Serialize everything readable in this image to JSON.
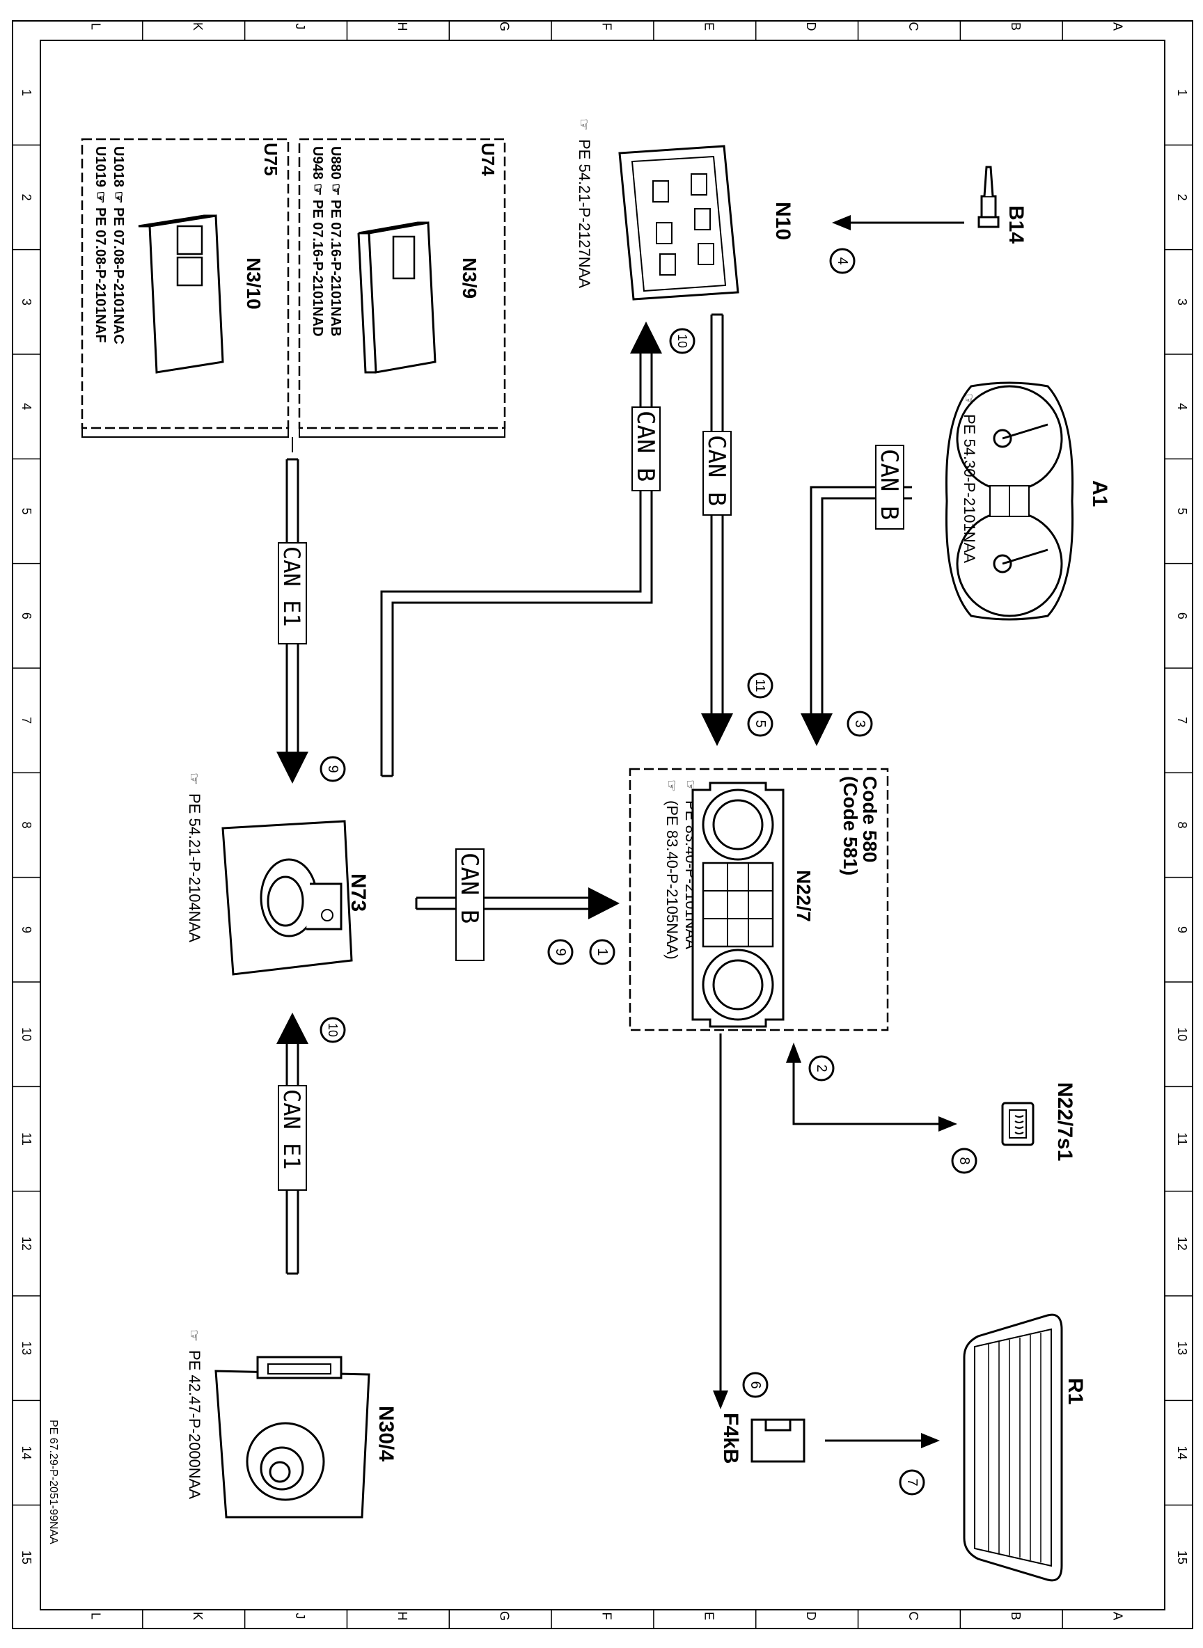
{
  "grid": {
    "columns": [
      "L",
      "K",
      "J",
      "H",
      "G",
      "F",
      "E",
      "D",
      "C",
      "B",
      "A"
    ],
    "rows": [
      "1",
      "2",
      "3",
      "4",
      "5",
      "6",
      "7",
      "8",
      "9",
      "10",
      "11",
      "12",
      "13",
      "14",
      "15"
    ]
  },
  "document_ref": "PE 67.29-P-2051-99NAA",
  "components": {
    "b14": {
      "label": "B14"
    },
    "n10": {
      "label": "N10",
      "ref": "PE 54.21-P-2127NAA"
    },
    "a1": {
      "label": "A1",
      "ref": "PE 54.30-P-2101NAA"
    },
    "u74": {
      "label": "U74",
      "module": "N3/9",
      "refs": [
        "U880 PE 07.16-P-2101NAB",
        "U948 PE 07.16-P-2101NAD"
      ]
    },
    "u75": {
      "label": "U75",
      "module": "N3/10",
      "refs": [
        "U1018 PE 07.08-P-2101NAC",
        "U1019 PE 07.08-P-2101NAF"
      ]
    },
    "n22_7": {
      "label": "N22/7",
      "code1": "Code 580",
      "code2": "(Code 581)",
      "refs": [
        "PE 83.40-P-2101NAA",
        "(PE 83.40-P-2105NAA)"
      ]
    },
    "n73": {
      "label": "N73",
      "ref": "PE 54.21-P-2104NAA"
    },
    "n30_4": {
      "label": "N30/4",
      "ref": "PE 42.47-P-2000NAA"
    },
    "n22_7s1": {
      "label": "N22/7s1"
    },
    "r1": {
      "label": "R1"
    },
    "f4kb": {
      "label": "F4kB"
    }
  },
  "bus_labels": {
    "can_b": "CAN B",
    "can_e1": "CAN E1"
  },
  "step_numbers": [
    "1",
    "2",
    "3",
    "4",
    "5",
    "6",
    "7",
    "8",
    "9",
    "10",
    "11"
  ]
}
